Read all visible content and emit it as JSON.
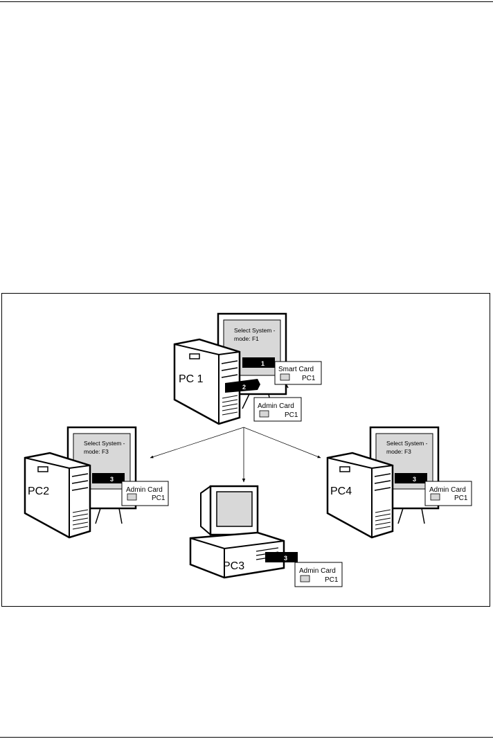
{
  "pcs": {
    "pc1": {
      "label": "PC 1",
      "screen_line1": "Select System -",
      "screen_line2": "mode: F1"
    },
    "pc2": {
      "label": "PC2",
      "screen_line1": "Select System -",
      "screen_line2": "mode: F3"
    },
    "pc3": {
      "label": "PC3"
    },
    "pc4": {
      "label": "PC4",
      "screen_line1": "Select System -",
      "screen_line2": "mode: F3"
    }
  },
  "cards": {
    "smart_card": {
      "title": "Smart Card",
      "id": "PC1"
    },
    "admin_card_pc1": {
      "title": "Admin Card",
      "id": "PC1"
    },
    "admin_card_pc2": {
      "title": "Admin Card",
      "id": "PC1"
    },
    "admin_card_pc3": {
      "title": "Admin Card",
      "id": "PC1"
    },
    "admin_card_pc4": {
      "title": "Admin Card",
      "id": "PC1"
    }
  },
  "steps": {
    "step1": "1",
    "step2": "2",
    "step3_pc2": "3",
    "step3_pc3": "3",
    "step3_pc4": "3"
  }
}
